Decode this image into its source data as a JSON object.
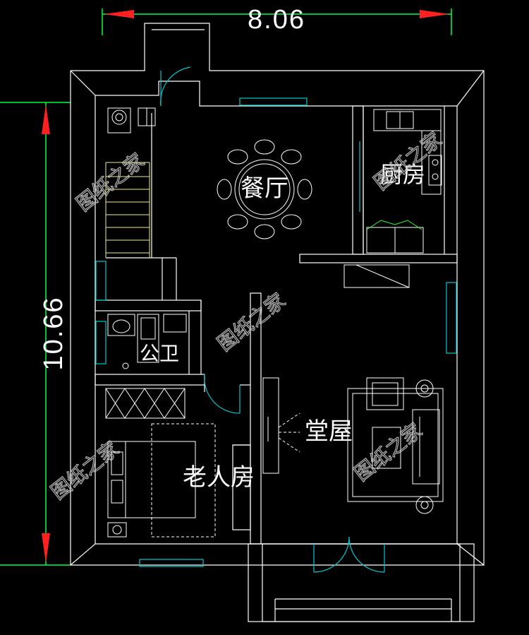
{
  "dimensions": {
    "width_label": "8.06",
    "height_label": "10.66"
  },
  "rooms": {
    "dining": "餐厅",
    "kitchen": "厨房",
    "bathroom": "公卫",
    "living": "堂屋",
    "elder_bedroom": "老人房"
  },
  "watermark": "图纸之家",
  "colors": {
    "background": "#000000",
    "wall": "#ffffff",
    "window": "#00c8d2",
    "dimension_arrow": "#ff2020",
    "dimension_line": "#00ff40",
    "stair": "#f0f080",
    "sink": "#30ff30"
  }
}
